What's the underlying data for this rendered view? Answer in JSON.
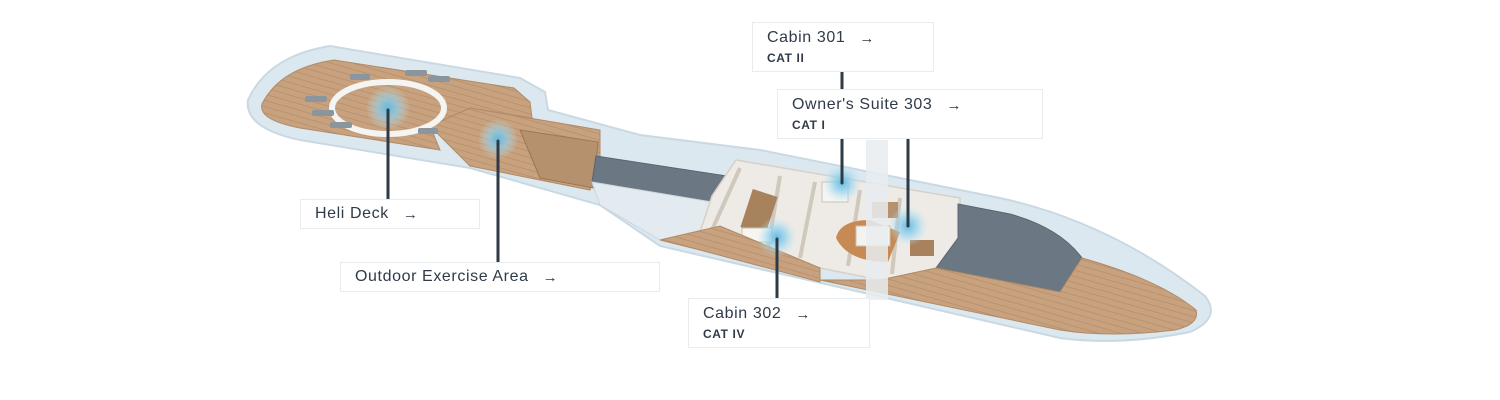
{
  "colors": {
    "teak": "#c8a27e",
    "teak_dark": "#a8825d",
    "hull": "#dbe7ee",
    "glass_roof": "#6b7883",
    "interior": "#ece9e4",
    "hotspot": "#6cc3e8",
    "line": "#2e3a46"
  },
  "hotspots": [
    {
      "id": "cabin-301",
      "name": "Cabin 301",
      "category": "CAT II",
      "arrow": "→"
    },
    {
      "id": "owners-suite-303",
      "name": "Owner's Suite 303",
      "category": "CAT I",
      "arrow": "→"
    },
    {
      "id": "heli-deck",
      "name": "Heli Deck",
      "category": "",
      "arrow": "→"
    },
    {
      "id": "outdoor-exercise",
      "name": "Outdoor Exercise Area",
      "category": "",
      "arrow": "→"
    },
    {
      "id": "cabin-302",
      "name": "Cabin 302",
      "category": "CAT IV",
      "arrow": "→"
    }
  ]
}
